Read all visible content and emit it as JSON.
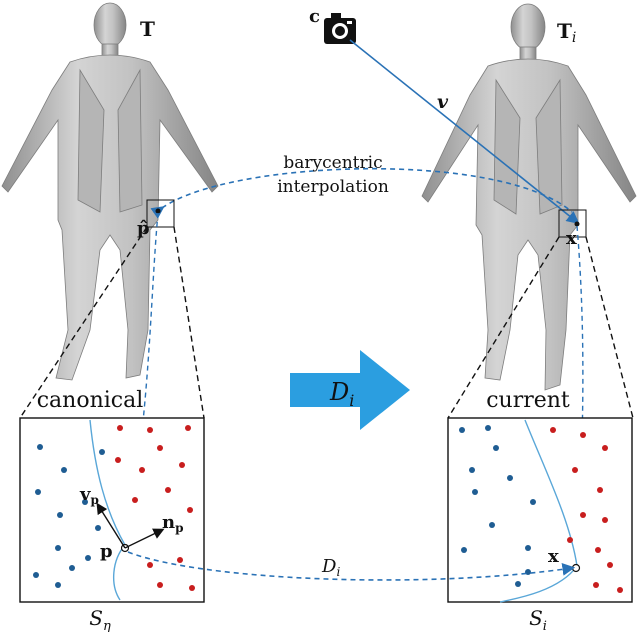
{
  "labels": {
    "canonical_mesh": "T",
    "current_mesh": "T",
    "current_mesh_sub": "i",
    "camera": "c",
    "view_dir": "v",
    "interp_line1": "barycentric",
    "interp_line2": "interpolation",
    "p_hat": "p̂",
    "x_top": "x",
    "canonical": "canonical",
    "current": "current",
    "deform": "D",
    "deform_sub": "i",
    "v_p": "v",
    "v_p_sub": "p",
    "n_p": "n",
    "n_p_sub": "p",
    "p": "p",
    "x_bottom": "x",
    "bottom_D": "D",
    "bottom_D_sub": "i",
    "S_eta": "S",
    "S_eta_sub": "η",
    "S_i": "S",
    "S_i_sub": "i"
  },
  "colors": {
    "arrow_fill": "#2b9ee0",
    "dashed": "#2a72b6",
    "blue_dot": "#1f5d93",
    "red_dot": "#c81e1e",
    "curve": "#5aa7d8",
    "mesh": "#c9c9c9",
    "mesh_shade": "#9a9a9a"
  }
}
